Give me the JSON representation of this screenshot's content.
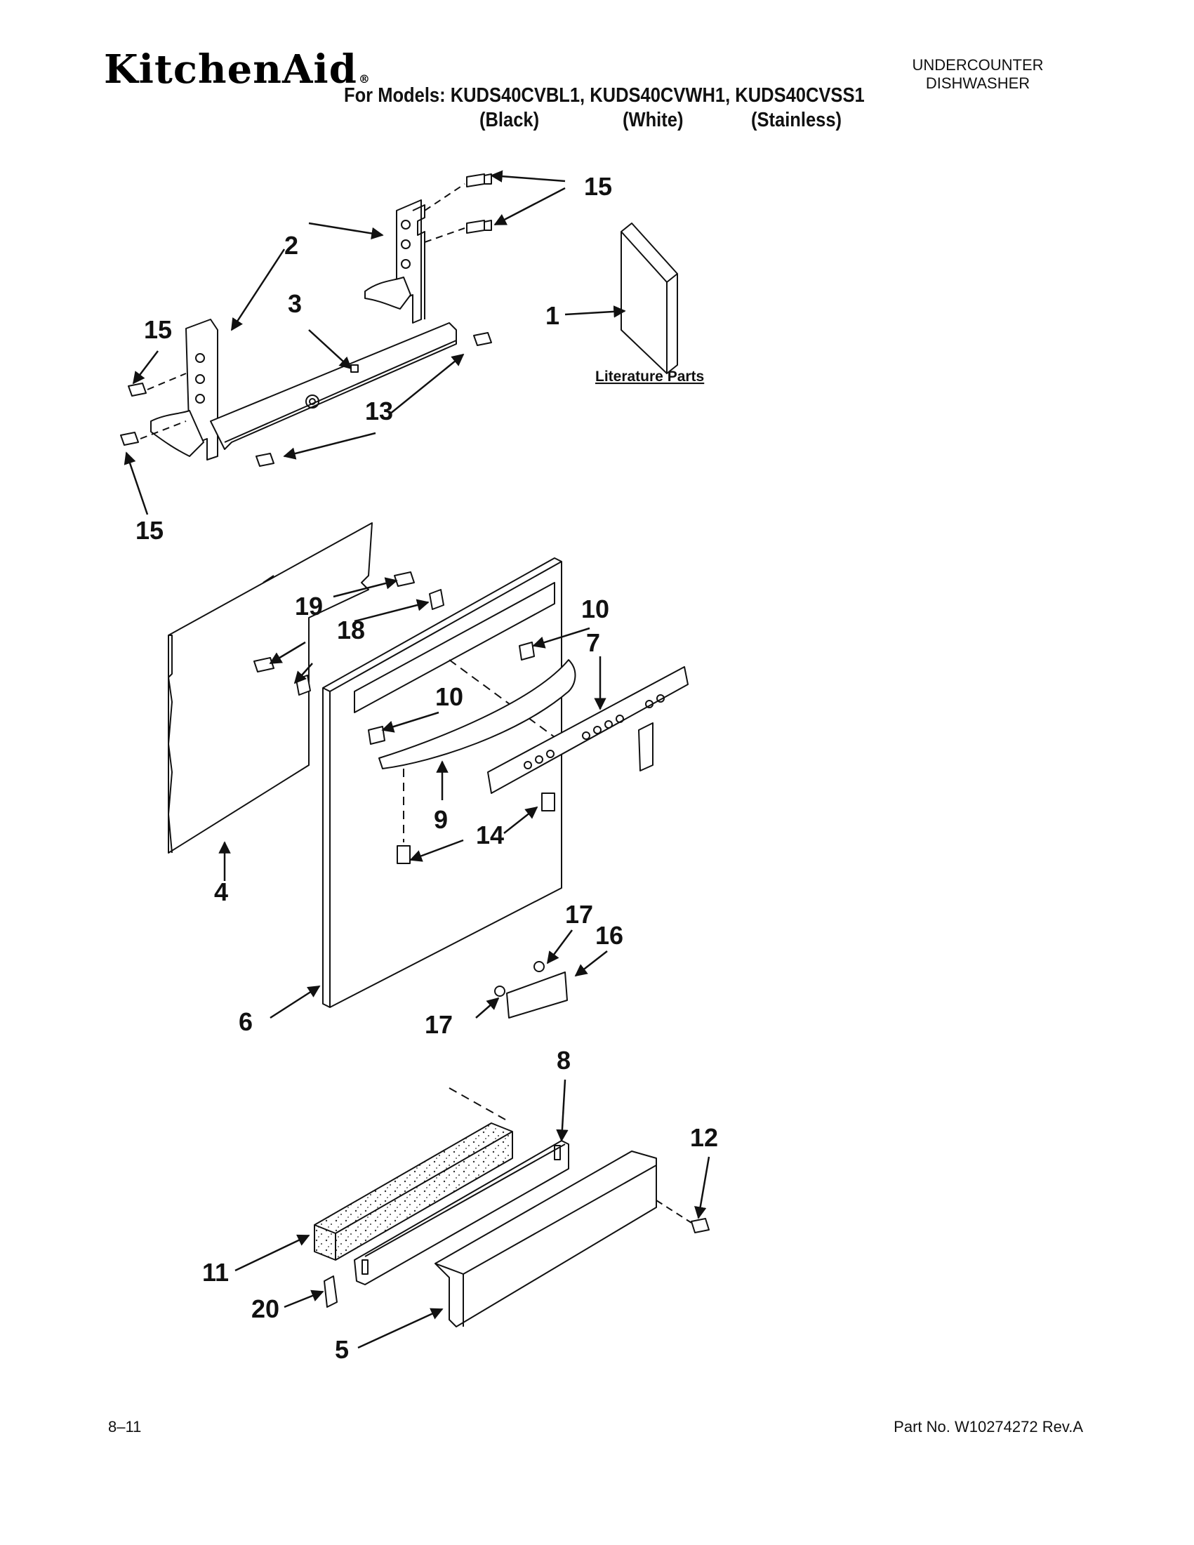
{
  "header": {
    "brand": "KitchenAid",
    "brand_mark": "®",
    "models_line": "For Models: KUDS40CVBL1, KUDS40CVWH1, KUDS40CVSS1",
    "variant_black": "(Black)",
    "variant_white": "(White)",
    "variant_stainless": "(Stainless)",
    "product_line1": "UNDERCOUNTER",
    "product_line2": "DISHWASHER"
  },
  "diagram": {
    "literature_label": "Literature Parts",
    "callouts": {
      "c1": "1",
      "c2": "2",
      "c3": "3",
      "c4": "4",
      "c5": "5",
      "c6": "6",
      "c7": "7",
      "c8": "8",
      "c9": "9",
      "c10a": "10",
      "c10b": "10",
      "c11": "11",
      "c12": "12",
      "c13": "13",
      "c14": "14",
      "c15a": "15",
      "c15b": "15",
      "c15c": "15",
      "c16": "16",
      "c17a": "17",
      "c17b": "17",
      "c18": "18",
      "c19": "19",
      "c20": "20"
    }
  },
  "footer": {
    "page": "8–11",
    "part_number": "Part No. W10274272 Rev.A"
  }
}
